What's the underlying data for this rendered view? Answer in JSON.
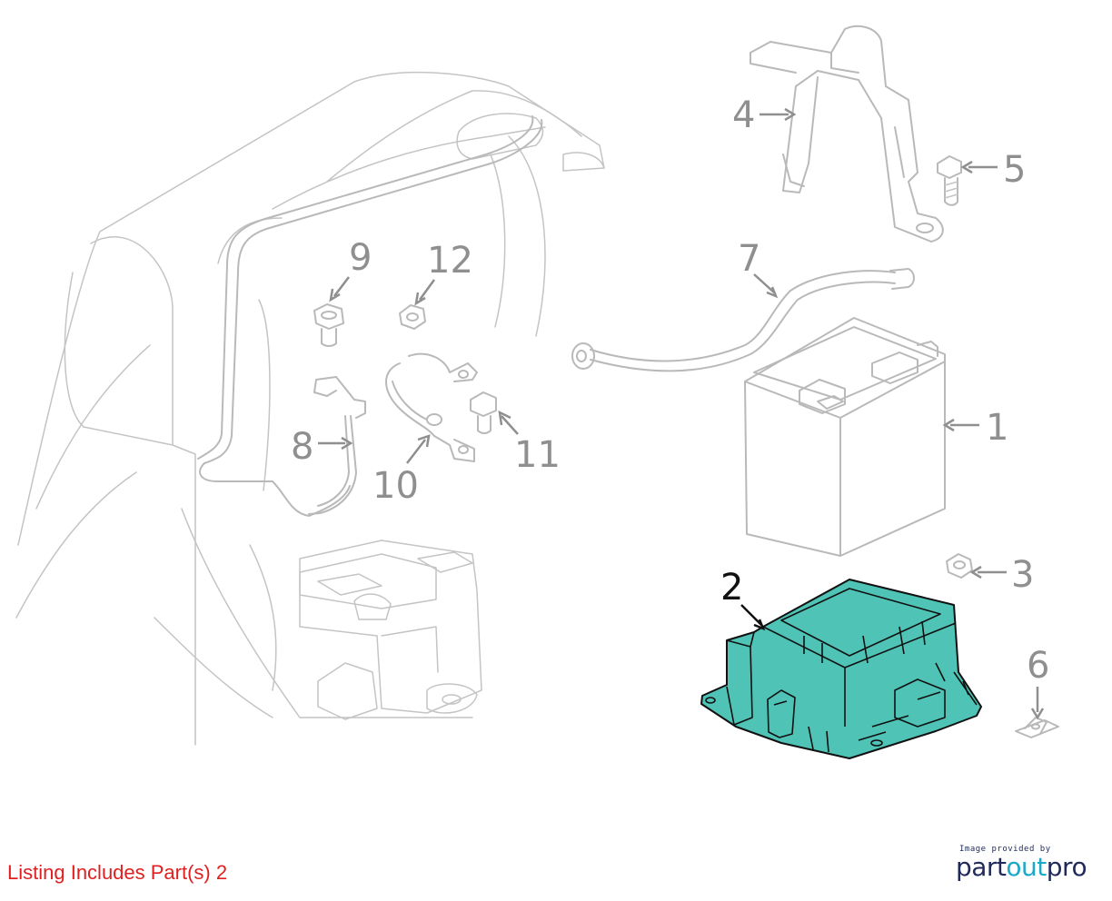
{
  "callouts": [
    "1",
    "2",
    "3",
    "4",
    "5",
    "6",
    "7",
    "8",
    "9",
    "10",
    "11",
    "12"
  ],
  "highlight_part": "2",
  "listing_note": "Listing Includes Part(s) 2",
  "logo": {
    "caption": "Image provided by",
    "word_left": "part",
    "word_mid": "out",
    "word_right": "pro"
  },
  "colors": {
    "highlight_fill": "#4fc3b5",
    "callout_gray": "#8f8f8f",
    "note_red": "#e02020",
    "logo_navy": "#1f2a5a",
    "logo_teal": "#1aa9c9"
  }
}
